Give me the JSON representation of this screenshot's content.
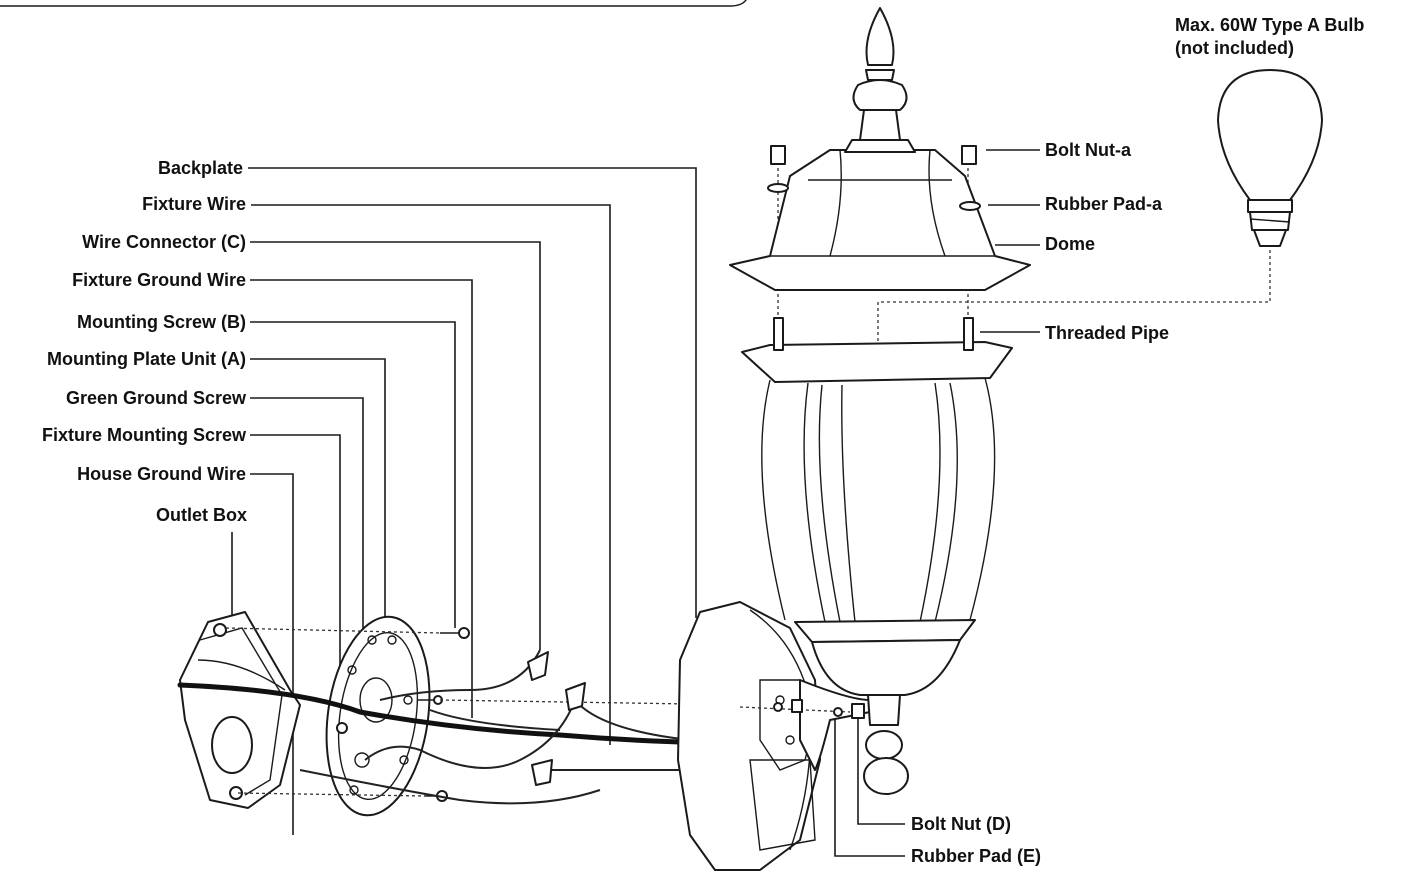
{
  "labels": {
    "backplate": "Backplate",
    "fixture_wire": "Fixture Wire",
    "wire_connector": "Wire Connector (C)",
    "fixture_ground_wire": "Fixture Ground Wire",
    "mounting_screw": "Mounting Screw (B)",
    "mounting_plate_unit": "Mounting Plate Unit (A)",
    "green_ground_screw": "Green Ground Screw",
    "fixture_mounting_screw": "Fixture Mounting Screw",
    "house_ground_wire": "House Ground Wire",
    "outlet_box": "Outlet Box",
    "bolt_nut_a": "Bolt Nut-a",
    "rubber_pad_a": "Rubber Pad-a",
    "dome": "Dome",
    "threaded_pipe": "Threaded Pipe",
    "bulb_line1": "Max. 60W Type A Bulb",
    "bulb_line2": "(not included)",
    "bolt_nut_d": "Bolt Nut (D)",
    "rubber_pad_e": "Rubber Pad (E)"
  },
  "colors": {
    "line": "#1a1a1a",
    "background": "#ffffff"
  }
}
